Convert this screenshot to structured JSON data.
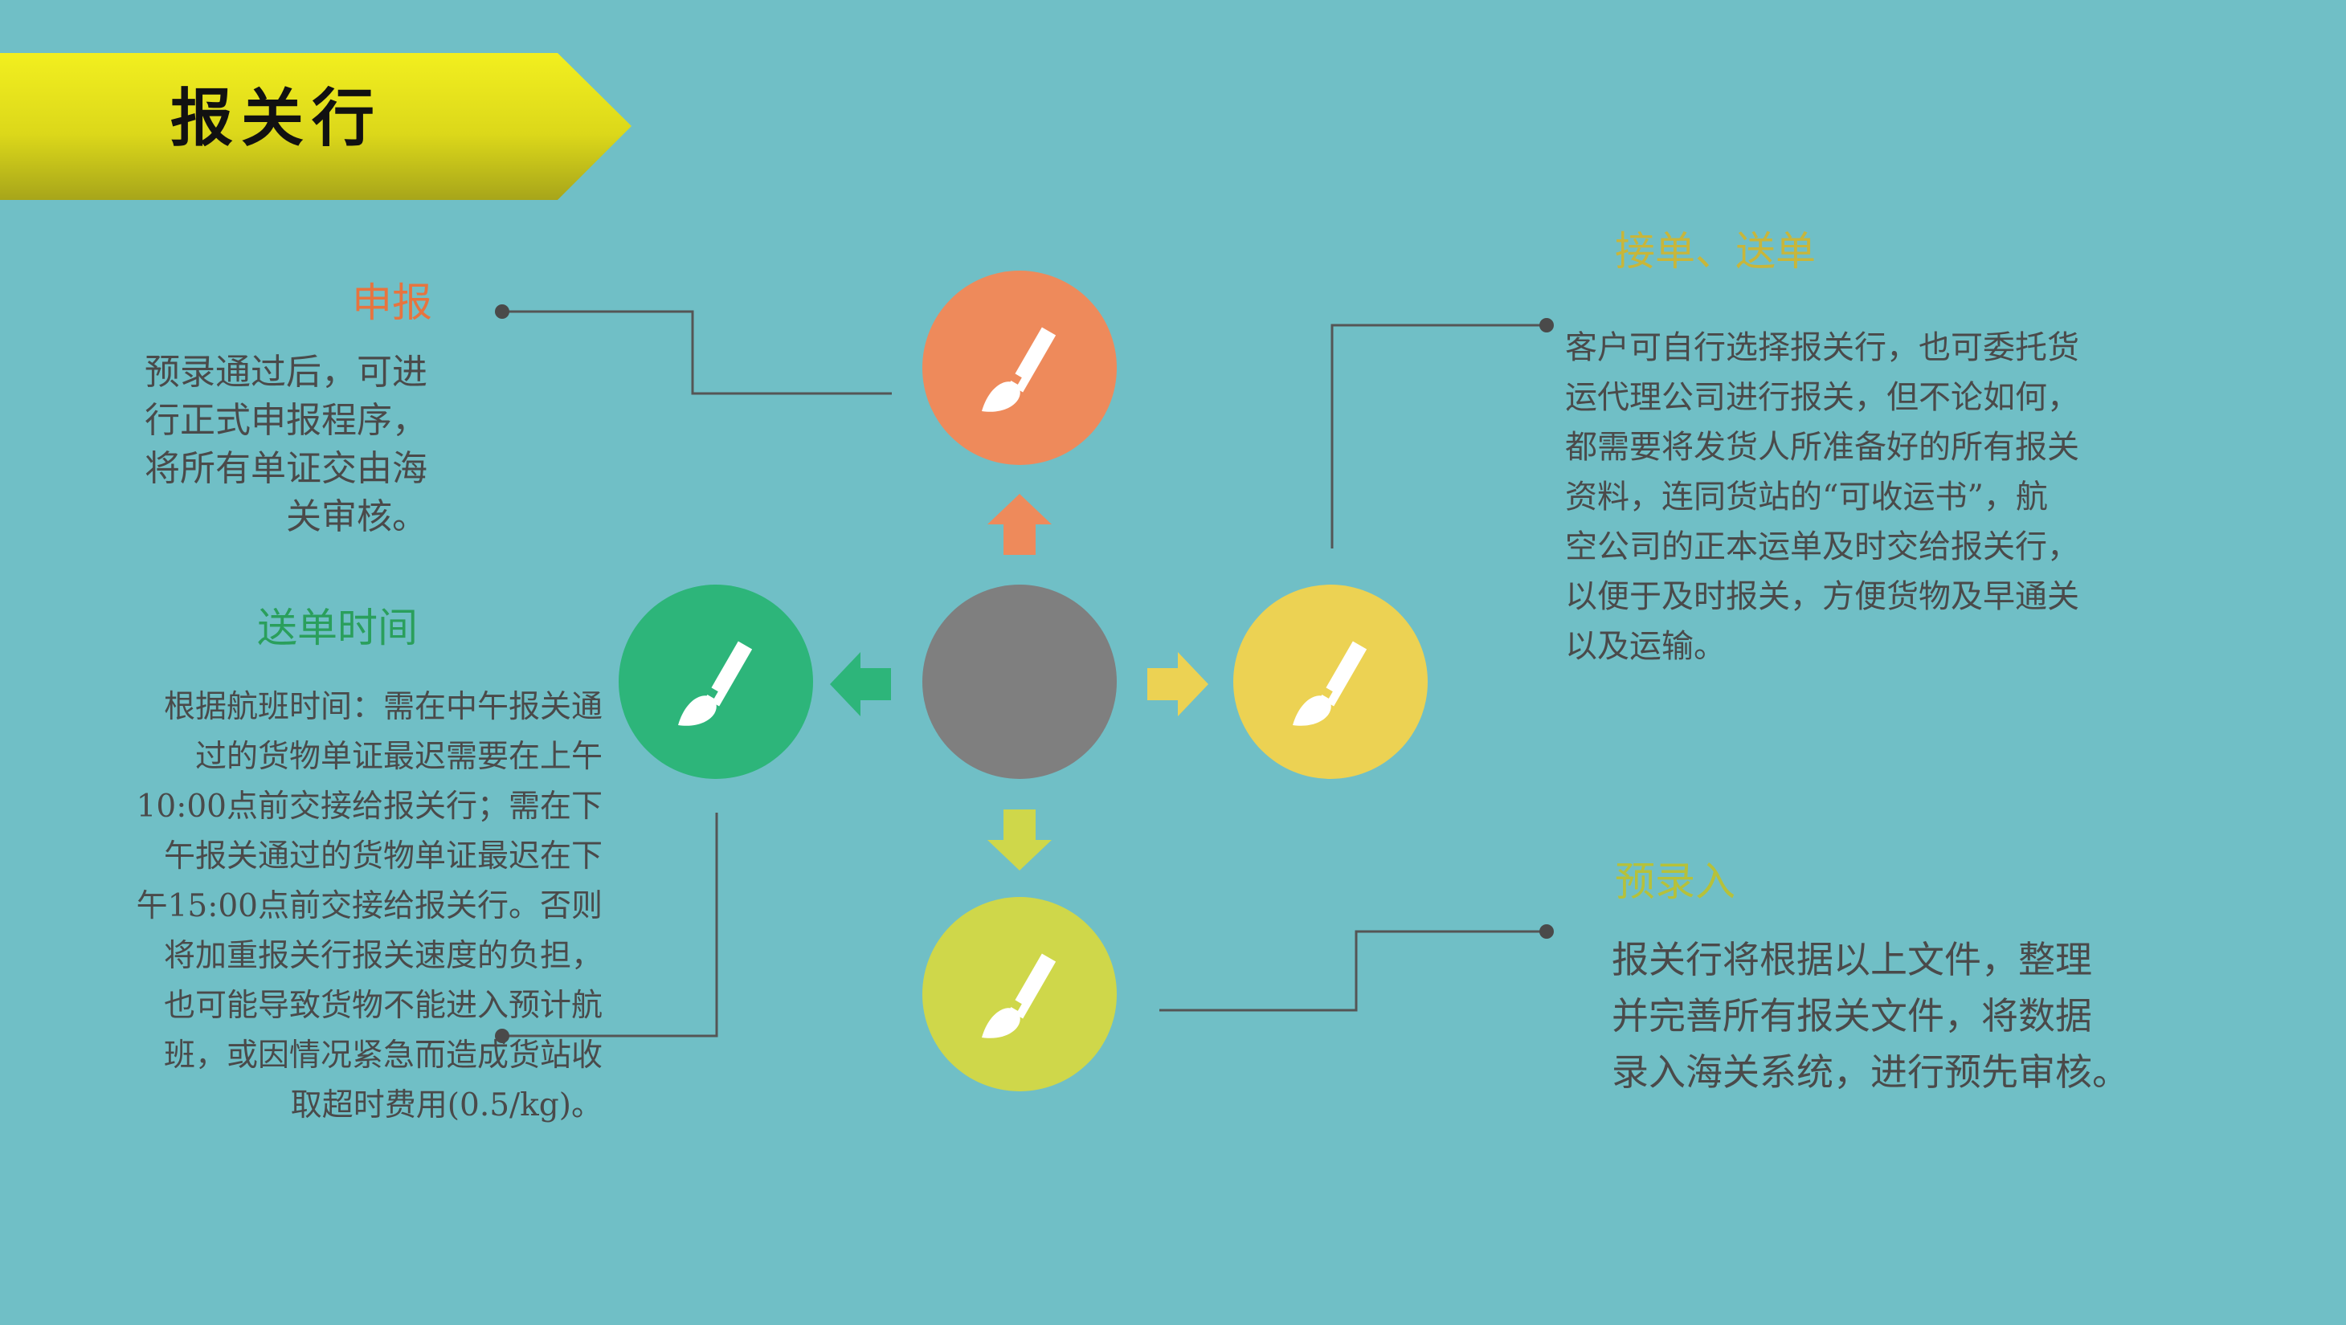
{
  "title": "报关行",
  "colors": {
    "background": "#70bfc6",
    "orange": "#ee8a5b",
    "green": "#2db57a",
    "gray": "#7f7f7f",
    "yellow": "#ecd253",
    "lime": "#cfd74a",
    "connector": "#555555"
  },
  "icons": {
    "node_icon": "paintbrush-icon",
    "arrow_icon": "arrow-icon"
  },
  "steps": {
    "shenbao": {
      "heading": "申报",
      "lines": [
        "预录通过后，可进",
        "行正式申报程序，",
        "将所有单证交由海",
        "关审核。"
      ]
    },
    "songdan": {
      "heading": "送单时间",
      "lines": [
        "根据航班时间：需在中午报关通",
        "过的货物单证最迟需要在上午",
        "10:00点前交接给报关行；需在下",
        "午报关通过的货物单证最迟在下",
        "午15:00点前交接给报关行。否则",
        "将加重报关行报关速度的负担，",
        "也可能导致货物不能进入预计航",
        "班，或因情况紧急而造成货站收",
        "取超时费用(0.5/kg)。"
      ]
    },
    "jiedan": {
      "heading": "接单、送单",
      "lines": [
        "客户可自行选择报关行，也可委托货",
        "运代理公司进行报关，但不论如何，",
        "都需要将发货人所准备好的所有报关",
        "资料，连同货站的“可收运书”，航",
        "空公司的正本运单及时交给报关行，",
        "以便于及时报关，方便货物及早通关",
        "以及运输。"
      ]
    },
    "yuluru": {
      "heading": "预录入",
      "lines": [
        "报关行将根据以上文件，整理",
        "并完善所有报关文件，将数据",
        "录入海关系统，进行预先审核。"
      ]
    }
  }
}
